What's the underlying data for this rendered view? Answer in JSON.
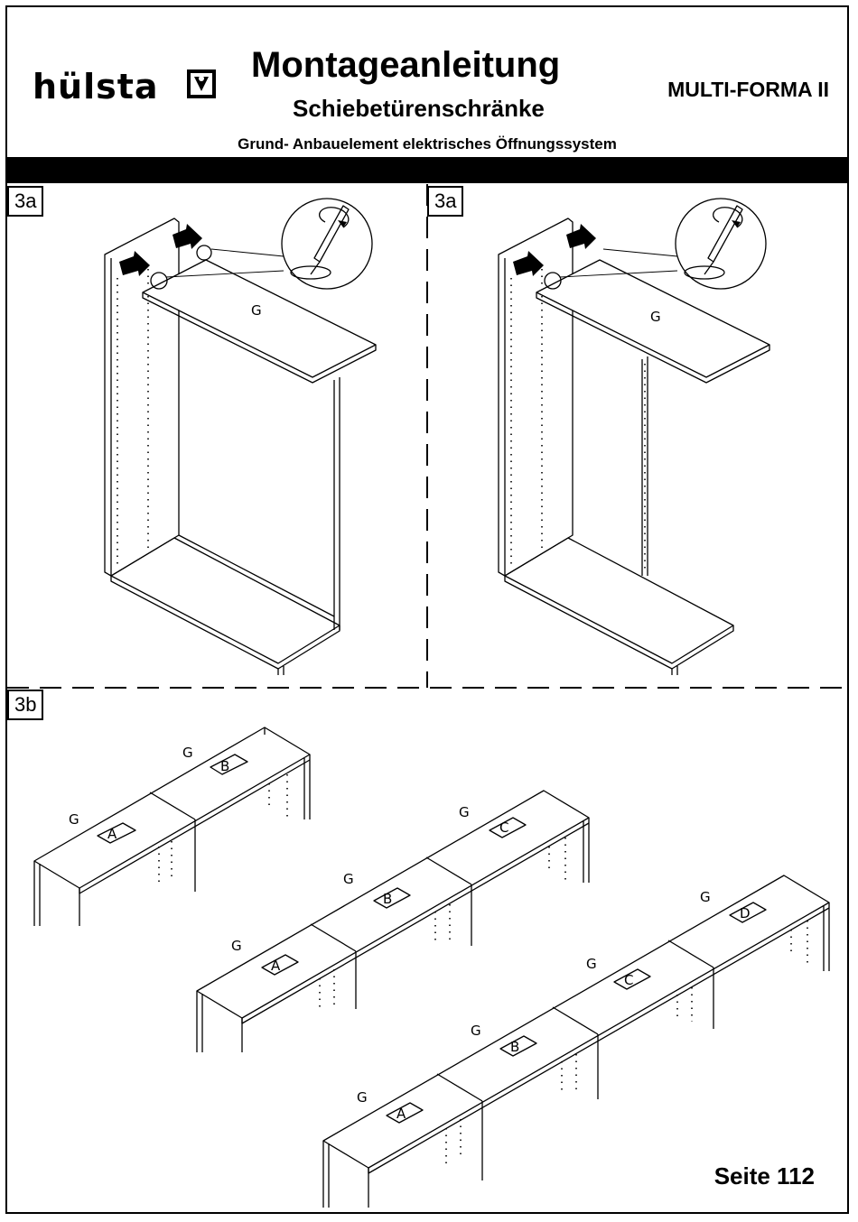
{
  "header": {
    "brand": "hülsta",
    "title": "Montageanleitung",
    "subtitle": "Schiebetürenschränke",
    "model": "MULTI-FORMA II",
    "description": "Grund- Anbauelement elektrisches Öffnungssystem"
  },
  "steps": {
    "left": "3a",
    "right": "3a",
    "bottom": "3b"
  },
  "parts": {
    "top_panel": "G",
    "tag_a": "A",
    "tag_b": "B",
    "tag_c": "C",
    "tag_d": "D"
  },
  "icons": [
    "hulsta-logo-icon",
    "arrow-icon",
    "screwdriver-icon",
    "rotation-icon",
    "connector-icon"
  ],
  "footer": {
    "page": "Seite 112"
  }
}
